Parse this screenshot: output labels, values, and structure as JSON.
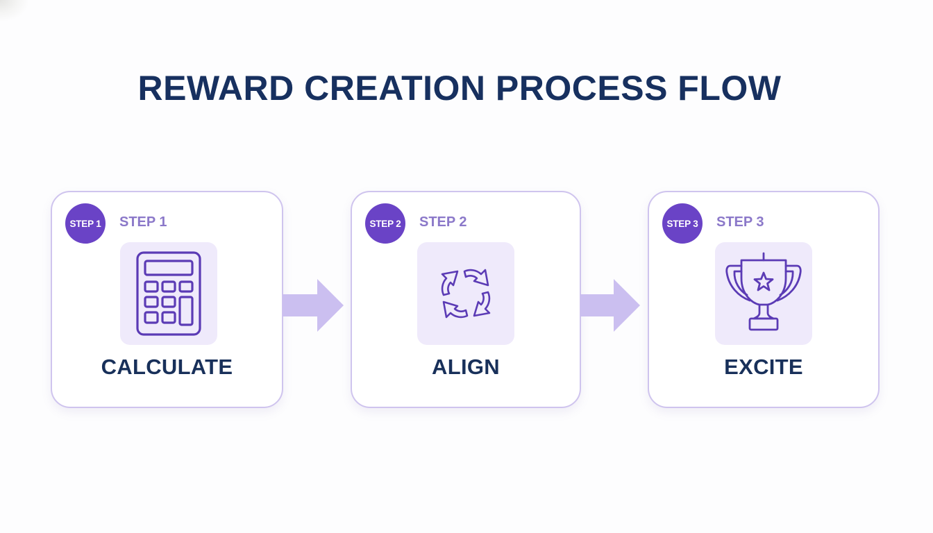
{
  "title": "REWARD CREATION PROCESS FLOW",
  "colors": {
    "title": "#17305f",
    "badge": "#6a43c6",
    "step_label": "#8b78c9",
    "card_border": "#cfc4ee",
    "icon_tile": "#efeafb",
    "icon_stroke": "#5b3bb5",
    "arrow": "#cbbff0",
    "step_name": "#18305a"
  },
  "steps": [
    {
      "badge": "STEP 1",
      "label": "STEP 1",
      "name": "CALCULATE",
      "icon": "calculator-icon"
    },
    {
      "badge": "STEP 2",
      "label": "STEP 2",
      "name": "ALIGN",
      "icon": "cycle-arrows-icon"
    },
    {
      "badge": "STEP 3",
      "label": "STEP 3",
      "name": "EXCITE",
      "icon": "trophy-icon"
    }
  ],
  "connectors": [
    {
      "from": "STEP 1",
      "to": "STEP 2",
      "icon": "arrow-right-icon"
    },
    {
      "from": "STEP 2",
      "to": "STEP 3",
      "icon": "arrow-right-icon"
    }
  ]
}
